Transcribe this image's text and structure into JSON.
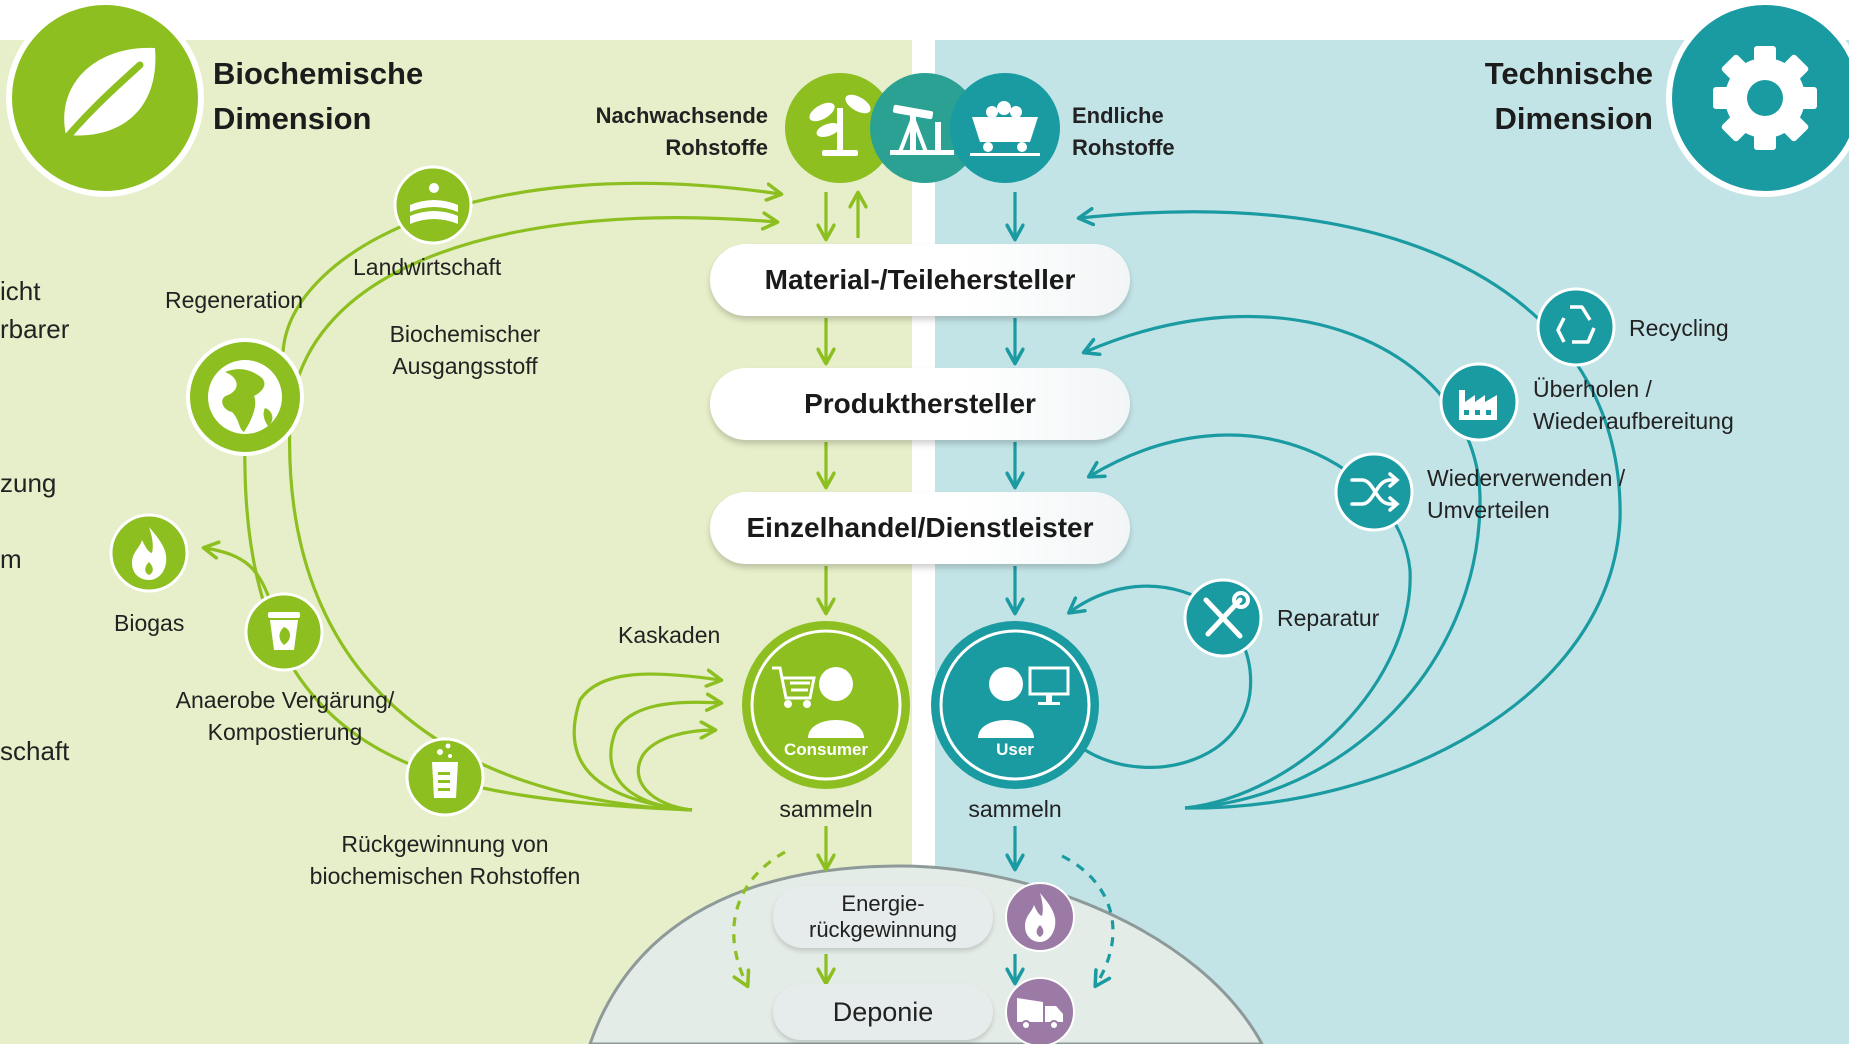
{
  "colors": {
    "green": "#8cbf1f",
    "green_dark": "#7aab12",
    "teal": "#1a9ba1",
    "teal_dark": "#138a90",
    "purple": "#9b7ba6",
    "green_bg": "#e6efc9",
    "teal_bg": "#c3e4e7"
  },
  "left": {
    "title_line1": "Biochemische",
    "title_line2": "Dimension",
    "icon": "leaf-icon"
  },
  "right": {
    "title_line1": "Technische",
    "title_line2": "Dimension",
    "icon": "gear-icon"
  },
  "cutoff_text": [
    "icht",
    "rbarer",
    "zung",
    "m",
    "schaft"
  ],
  "sources": {
    "renewable_line1": "Nachwachsende",
    "renewable_line2": "Rohstoffe",
    "finite_line1": "Endliche",
    "finite_line2": "Rohstoffe",
    "icons": [
      "plant-icon",
      "oil-pump-icon",
      "mine-cart-icon"
    ]
  },
  "chain": {
    "step1": "Material-/Teilehersteller",
    "step2": "Produkthersteller",
    "step3": "Einzelhandel/Dienstleister"
  },
  "consumer": {
    "label": "Consumer",
    "collect": "sammeln",
    "icon": "consumer-cart-icon"
  },
  "user": {
    "label": "User",
    "collect": "sammeln",
    "icon": "user-computer-icon"
  },
  "bio_loop": {
    "agriculture": "Landwirtschaft",
    "feedstock_line1": "Biochemischer",
    "feedstock_line2": "Ausgangsstoff",
    "regeneration": "Regeneration",
    "biogas": "Biogas",
    "digestion_line1": "Anaerobe Vergärung/",
    "digestion_line2": "Kompostierung",
    "cascades": "Kaskaden",
    "recovery_line1": "Rückgewinnung von",
    "recovery_line2": "biochemischen Rohstoffen"
  },
  "tech_loop": {
    "recycling": "Recycling",
    "overhaul_line1": "Überholen /",
    "overhaul_line2": "Wiederaufbereitung",
    "reuse_line1": "Wiederverwenden /",
    "reuse_line2": "Umverteilen",
    "repair": "Reparatur"
  },
  "end_of_life": {
    "energy_line1": "Energie-",
    "energy_line2": "rückgewinnung",
    "landfill": "Deponie"
  }
}
